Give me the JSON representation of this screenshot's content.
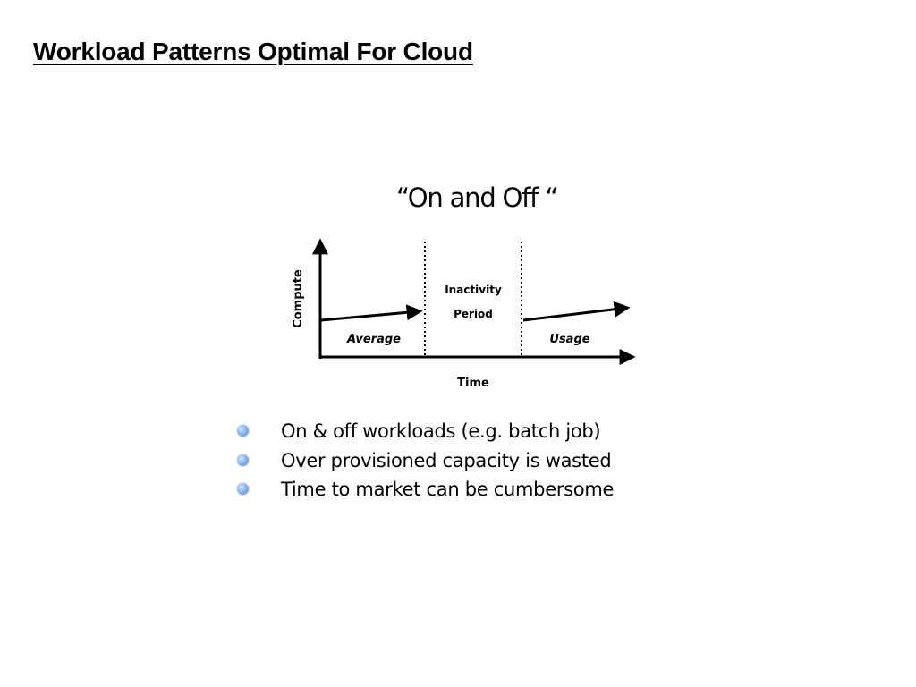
{
  "slide": {
    "title": "Workload Patterns Optimal For Cloud"
  },
  "diagram": {
    "title": "“On and Off “",
    "y_axis_label": "Compute",
    "x_axis_label": "Time",
    "left_segment_label": "Average",
    "inactive_label_line1": "Inactivity",
    "inactive_label_line2": "Period",
    "right_segment_label": "Usage"
  },
  "bullets": [
    "On & off workloads (e.g. batch job)",
    "Over provisioned capacity is wasted",
    "Time to market can be cumbersome"
  ],
  "colors": {
    "text": "#000000",
    "bullet": "#8db7ef"
  }
}
